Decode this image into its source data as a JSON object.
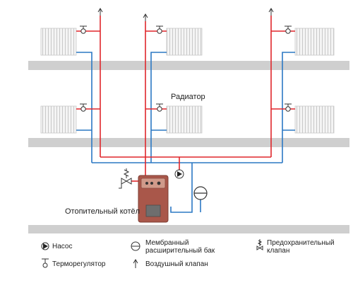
{
  "labels": {
    "radiator": "Радиатор",
    "boiler": "Отопительный котёл"
  },
  "legend": {
    "pump": "Насос",
    "expansion_tank": "Мембранный расширительный бак",
    "safety_valve": "Предохранительный клапан",
    "thermostat": "Терморегулятор",
    "air_valve": "Воздушный клапан"
  },
  "colors": {
    "supply": "#e0262b",
    "return": "#2b78c4",
    "floor": "#cfcfcf",
    "radiator": "#e9e9e9",
    "boiler_body": "#a9574a",
    "boiler_panel": "#d09a8a"
  }
}
